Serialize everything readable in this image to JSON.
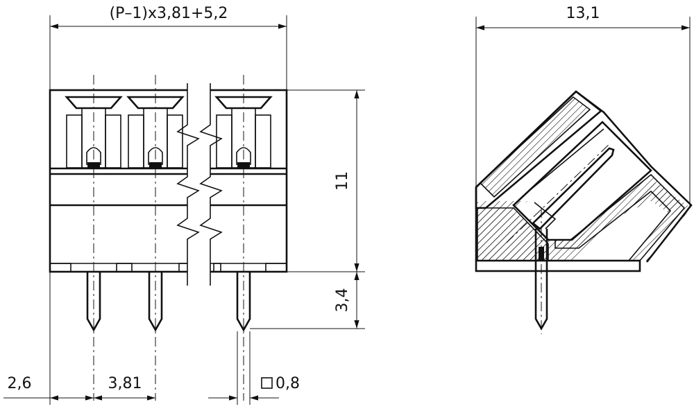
{
  "dimensions": {
    "total_width": "(P–1)x3,81+5,2",
    "depth": "13,1",
    "height": "11",
    "pin_length": "3,4",
    "edge_offset": "2,6",
    "pitch": "3,81",
    "pin_size": "0,8"
  },
  "colors": {
    "line": "#111111",
    "background": "#ffffff"
  },
  "icons": {
    "pin_size_symbol": "square-symbol-icon"
  }
}
